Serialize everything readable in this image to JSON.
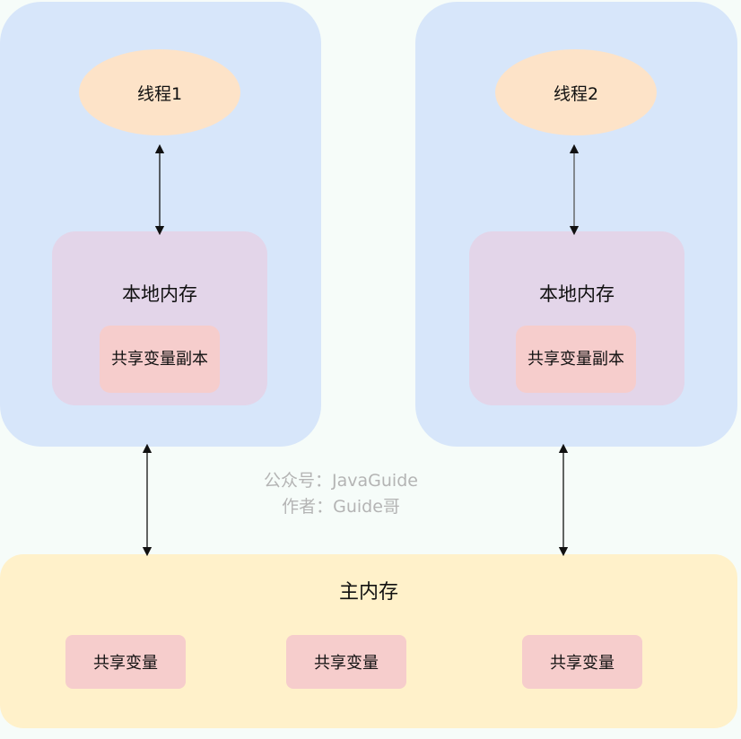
{
  "threads": [
    {
      "name": "线程1",
      "local_memory": "本地内存",
      "copy": "共享变量副本"
    },
    {
      "name": "线程2",
      "local_memory": "本地内存",
      "copy": "共享变量副本"
    }
  ],
  "main_memory": {
    "title": "主内存",
    "variables": [
      "共享变量",
      "共享变量",
      "共享变量"
    ]
  },
  "watermark": {
    "line1": "公众号：JavaGuide",
    "line2": "作者：Guide哥"
  },
  "colors": {
    "thread_box": "#d7e6fa",
    "thread": "#fde3c8",
    "local_memory": "#e3d5e9",
    "copy": "#f6cdcc",
    "main_memory": "#fff1ca"
  }
}
